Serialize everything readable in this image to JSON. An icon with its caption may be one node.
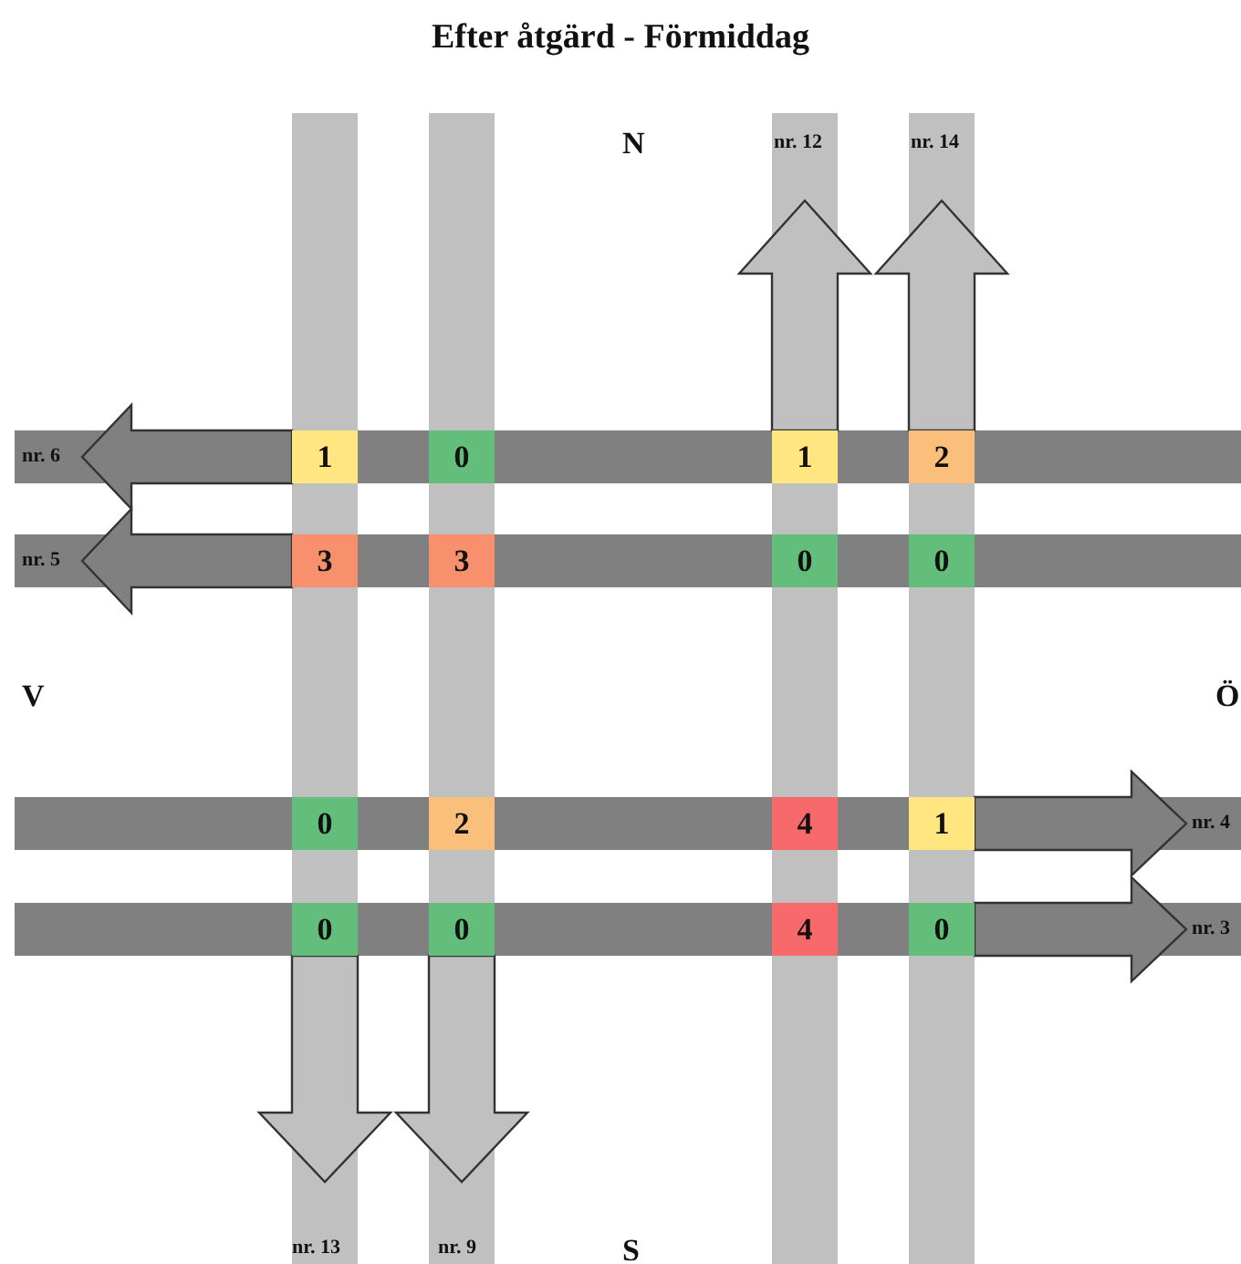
{
  "diagram": {
    "title": "Efter åtgärd - Förmiddag",
    "nodes": [
      {
        "text": [
          "1"
        ]
      },
      {
        "text": [
          "0"
        ]
      },
      {
        "text": [
          "1"
        ]
      },
      {
        "text": [
          "2"
        ]
      },
      {
        "text": [
          "3"
        ]
      },
      {
        "text": [
          "3"
        ]
      },
      {
        "text": [
          "0"
        ]
      },
      {
        "text": [
          "0"
        ]
      },
      {
        "text": [
          "0"
        ]
      },
      {
        "text": [
          "2"
        ]
      },
      {
        "text": [
          "4"
        ]
      },
      {
        "text": [
          "1"
        ]
      },
      {
        "text": [
          "0"
        ]
      },
      {
        "text": [
          "0"
        ]
      },
      {
        "text": [
          "4"
        ]
      },
      {
        "text": [
          "0"
        ]
      }
    ],
    "labels": [
      "N",
      "nr. 12",
      "nr. 14",
      "nr. 6",
      "nr. 5",
      "V",
      "Ö",
      "nr. 4",
      "nr. 3",
      "nr. 13",
      "nr. 9",
      "S"
    ]
  }
}
